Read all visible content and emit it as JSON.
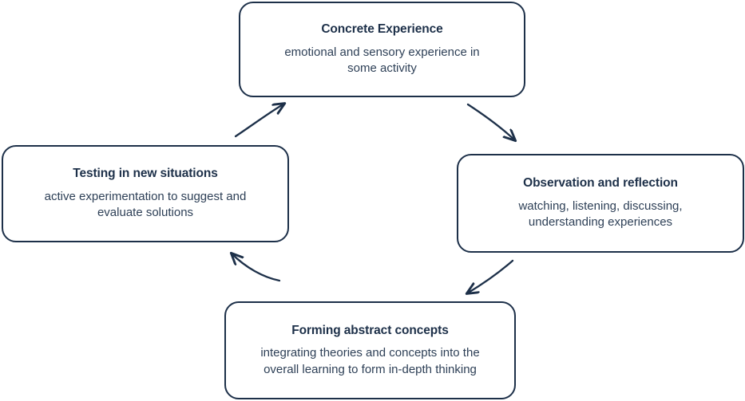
{
  "diagram": {
    "type": "cycle",
    "colors": {
      "stroke": "#1d3049",
      "title_text": "#1d3049",
      "body_text": "#2e4057",
      "background": "#ffffff"
    },
    "nodes": [
      {
        "id": "concrete-experience",
        "title": "Concrete Experience",
        "description": "emotional and sensory experience in\nsome activity"
      },
      {
        "id": "observation-reflection",
        "title": "Observation and reflection",
        "description": "watching, listening, discussing,\nunderstanding experiences"
      },
      {
        "id": "forming-abstract-concepts",
        "title": "Forming abstract concepts",
        "description": "integrating theories and concepts into the\noverall learning to form in-depth thinking"
      },
      {
        "id": "testing-new-situations",
        "title": "Testing in new situations",
        "description": "active experimentation to suggest and\nevaluate solutions"
      }
    ],
    "arrows": [
      {
        "id": "arrow-concrete-to-observation",
        "from": "concrete-experience",
        "to": "observation-reflection",
        "direction": "down-right"
      },
      {
        "id": "arrow-observation-to-forming",
        "from": "observation-reflection",
        "to": "forming-abstract-concepts",
        "direction": "down-left"
      },
      {
        "id": "arrow-forming-to-testing",
        "from": "forming-abstract-concepts",
        "to": "testing-new-situations",
        "direction": "up-left"
      },
      {
        "id": "arrow-testing-to-concrete",
        "from": "testing-new-situations",
        "to": "concrete-experience",
        "direction": "up-right"
      }
    ]
  }
}
